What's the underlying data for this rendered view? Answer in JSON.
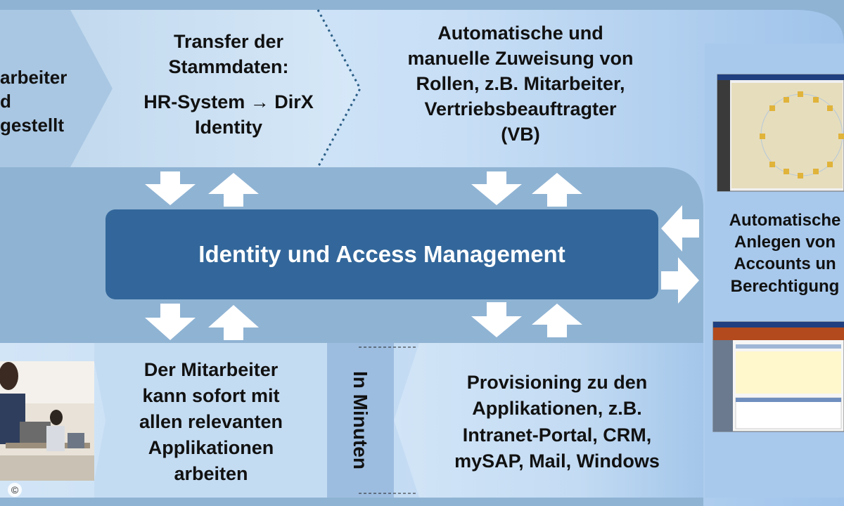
{
  "blocks": {
    "top_left_partial": [
      "arbeiter",
      "d",
      "gestellt"
    ],
    "transfer": [
      "Transfer der",
      "Stammdaten:"
    ],
    "transfer_system": "HR-System → DirX",
    "transfer_identity": "Identity",
    "roles": [
      "Automatische und",
      "manuelle Zuweisung von",
      "Rollen, z.B. Mitarbeiter,",
      "Vertriebsbeauftragter",
      "(VB)"
    ],
    "center": "Identity und Access Management",
    "right_partial": [
      "Automatische",
      "Anlegen von",
      "Accounts un",
      "Berechtigung"
    ],
    "employee": [
      "Der Mitarbeiter",
      "kann sofort mit",
      "allen relevanten",
      "Applikationen",
      "arbeiten"
    ],
    "in_minutes": "In Minuten",
    "provisioning": [
      "Provisioning zu den",
      "Applikationen, z.B.",
      "Intranet-Portal, CRM,",
      "mySAP, Mail, Windows"
    ]
  },
  "copyright_symbol": "©",
  "colors": {
    "background": "#8fb3d3",
    "center_box": "#33679b",
    "pale_panel": "#d9eafa",
    "light_panel": "#bcd6f0",
    "arrow": "#ffffff"
  }
}
